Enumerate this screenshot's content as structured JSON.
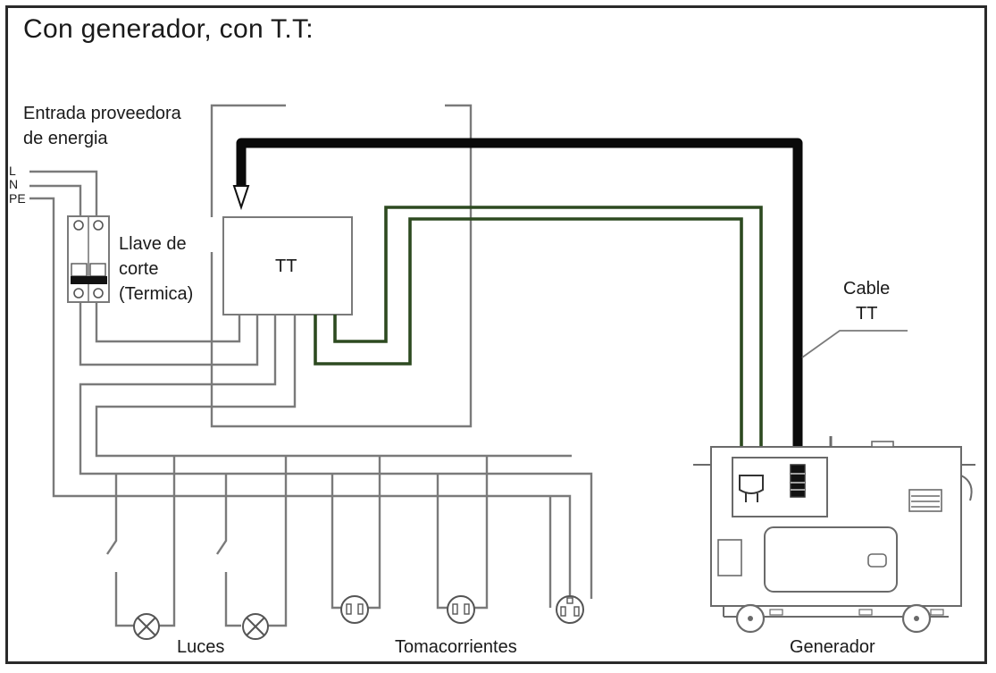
{
  "title": "Con generador, con T.T:",
  "labels": {
    "entrada_line1": "Entrada proveedora",
    "entrada_line2": "de energia",
    "phase_l": "L",
    "phase_n": "N",
    "phase_pe": "PE",
    "llave_line1": "Llave de",
    "llave_line2": "corte",
    "llave_line3": "(Termica)",
    "tt_box": "TT",
    "cable_line1": "Cable",
    "cable_line2": "TT",
    "luces": "Luces",
    "tomacorrientes": "Tomacorrientes",
    "generador": "Generador"
  },
  "colors": {
    "wire": "#7a7a7a",
    "green_cable": "#2d4a20",
    "tt_cable": "#0a0a0a",
    "frame": "#2a2a2a"
  }
}
